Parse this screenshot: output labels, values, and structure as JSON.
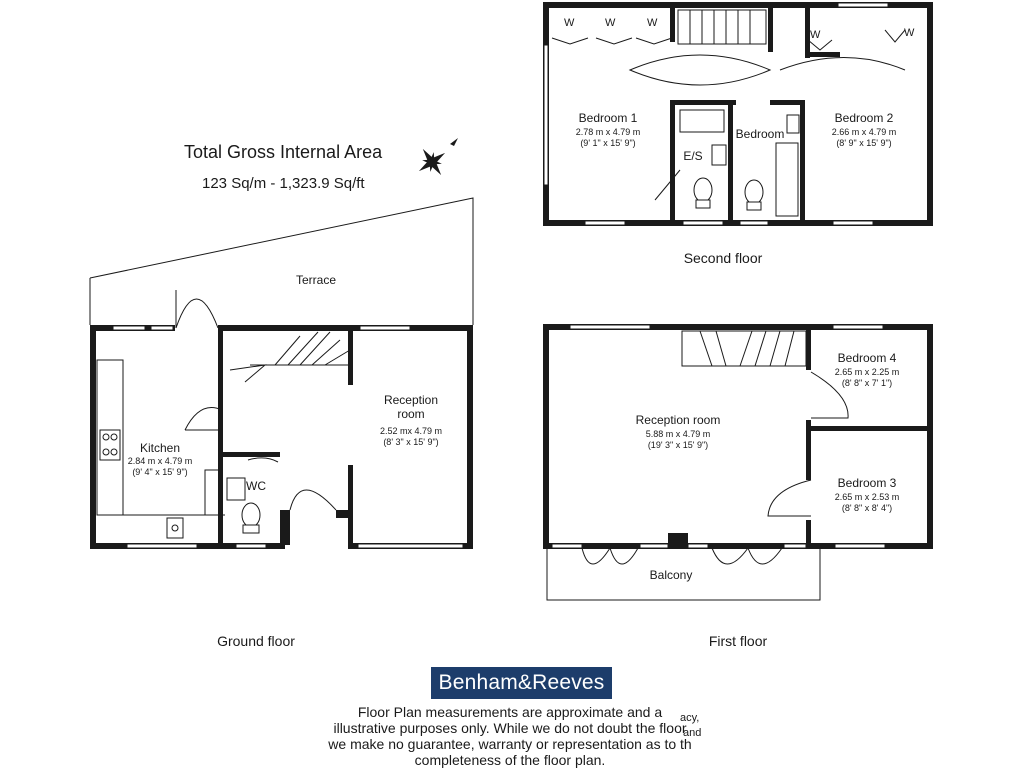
{
  "summary": {
    "title": "Total Gross Internal Area",
    "area": "123 Sq/m - 1,323.9 Sq/ft"
  },
  "compass": {
    "icon": "compass-star-icon"
  },
  "floors": {
    "ground": {
      "label": "Ground floor",
      "terrace": "Terrace",
      "rooms": {
        "kitchen": {
          "name": "Kitchen",
          "metric": "2.84 m x 4.79 m",
          "imperial": "(9' 4\" x 15' 9\")"
        },
        "wc": {
          "name": "WC"
        },
        "reception": {
          "name1": "Reception",
          "name2": "room",
          "metric": "2.52 mx 4.79 m",
          "imperial": "(8' 3\" x 15' 9\")"
        }
      }
    },
    "first": {
      "label": "First floor",
      "balcony": "Balcony",
      "rooms": {
        "reception": {
          "name": "Reception room",
          "metric": "5.88 m x 4.79 m",
          "imperial": "(19' 3\" x 15' 9\")"
        },
        "bedroom4": {
          "name": "Bedroom 4",
          "metric": "2.65 m x 2.25 m",
          "imperial": "(8' 8\" x 7' 1\")"
        },
        "bedroom3": {
          "name": "Bedroom 3",
          "metric": "2.65 m x 2.53 m",
          "imperial": "(8' 8\" x 8' 4\")"
        }
      }
    },
    "second": {
      "label": "Second floor",
      "rooms": {
        "bedroom1": {
          "name": "Bedroom 1",
          "metric": "2.78 m x 4.79 m",
          "imperial": "(9' 1\" x 15' 9\")"
        },
        "ensuite": {
          "name": "E/S"
        },
        "bathroom": {
          "name": "Bedroom"
        },
        "bedroom2": {
          "name": "Bedroom 2",
          "metric": "2.66 m x 4.79 m",
          "imperial": "(8' 9\" x 15' 9\")"
        }
      },
      "wardrobe_mark": "W"
    }
  },
  "brand": {
    "name": "Benham&Reeves",
    "color": "#1d3d6b"
  },
  "disclaimer": {
    "line1": "Floor Plan measurements are approximate and a",
    "line2": "illustrative purposes only.  While we do not doubt the floor",
    "line3": "we make no guarantee, warranty or representation as to th",
    "line4": "completeness of the floor plan.",
    "frag1": "acy,",
    "frag2": "and"
  }
}
